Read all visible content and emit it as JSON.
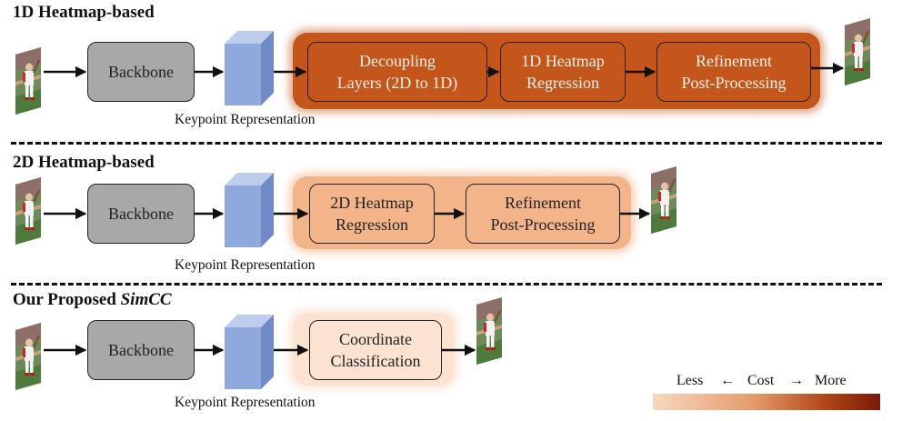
{
  "sections": [
    {
      "title": "1D Heatmap-based",
      "backbone": "Backbone",
      "representation_label": "Keypoint Representation",
      "steps": [
        "Decoupling\nLayers (2D to 1D)",
        "1D Heatmap\nRegression",
        "Refinement\nPost-Processing"
      ]
    },
    {
      "title": "2D Heatmap-based",
      "backbone": "Backbone",
      "representation_label": "Keypoint Representation",
      "steps": [
        "2D Heatmap\nRegression",
        "Refinement\nPost-Processing"
      ]
    },
    {
      "title_prefix": "Our Proposed ",
      "title_emphasis": "SimCC",
      "backbone": "Backbone",
      "representation_label": "Keypoint Representation",
      "steps": [
        "Coordinate\nClassification"
      ]
    }
  ],
  "legend": {
    "less": "Less",
    "left_arrow": "←",
    "cost": "Cost",
    "right_arrow": "→",
    "more": "More"
  },
  "colors": {
    "high_cost": "#c4561b",
    "medium_cost": "#f4b48a",
    "low_cost": "#fbe2d1",
    "backbone": "#a9a7a7",
    "representation": "#8fa9dc"
  }
}
